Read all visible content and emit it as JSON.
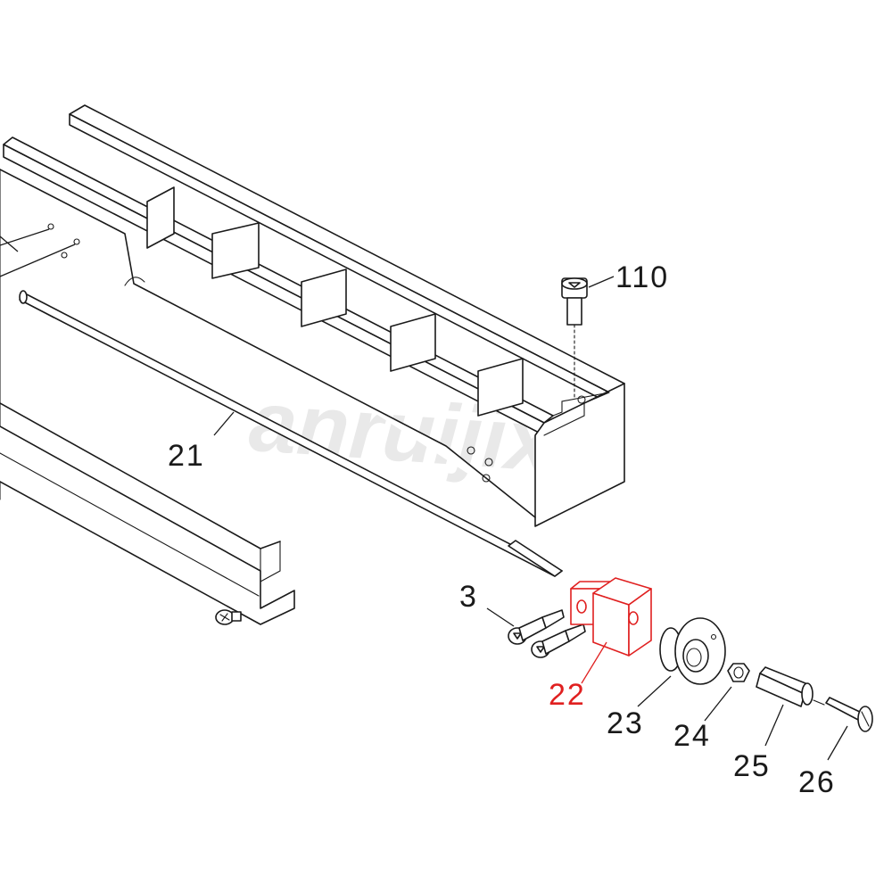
{
  "watermark": "anruijixie",
  "highlight_color": "#e02020",
  "line_color": "#1a1a1a",
  "labels": {
    "l110": "110",
    "l21": "21",
    "l3": "3",
    "l22": "22",
    "l23": "23",
    "l24": "24",
    "l25": "25",
    "l26": "26"
  }
}
